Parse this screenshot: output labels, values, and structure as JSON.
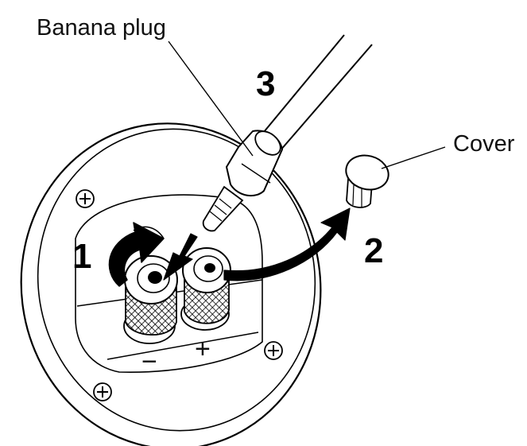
{
  "labels": {
    "banana_plug": "Banana plug",
    "cover": "Cover"
  },
  "steps": {
    "step1": "1",
    "step2": "2",
    "step3": "3"
  },
  "terminals": {
    "negative": "−",
    "positive": "+"
  },
  "colors": {
    "line": "#000000",
    "background": "#ffffff",
    "arrow_fill": "#000000"
  }
}
